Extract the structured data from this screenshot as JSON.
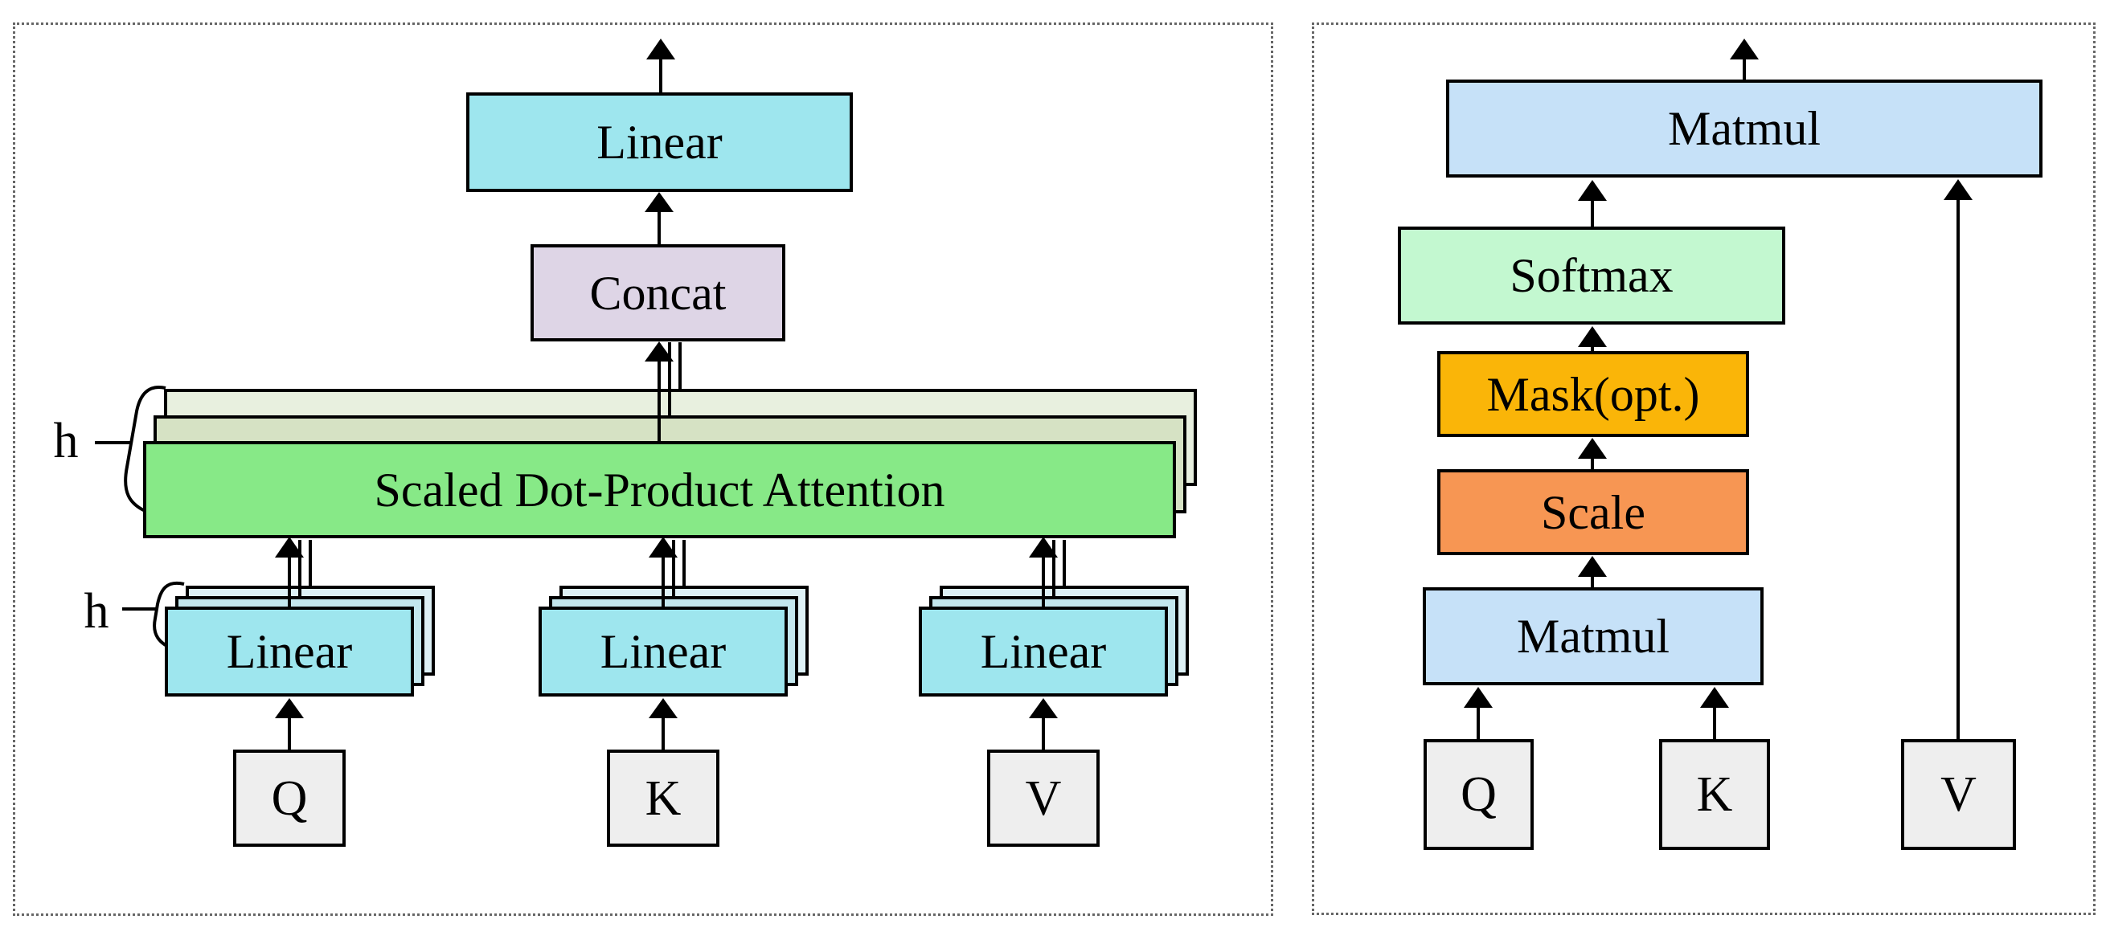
{
  "left_panel": {
    "output_linear_label": "Linear",
    "concat_label": "Concat",
    "attention_label": "Scaled Dot-Product Attention",
    "heads_brace_top_label": "h",
    "heads_brace_bottom_label": "h",
    "projections": [
      {
        "linear_label": "Linear",
        "input_label": "Q"
      },
      {
        "linear_label": "Linear",
        "input_label": "K"
      },
      {
        "linear_label": "Linear",
        "input_label": "V"
      }
    ]
  },
  "right_panel": {
    "output_matmul_label": "Matmul",
    "softmax_label": "Softmax",
    "mask_label": "Mask(opt.)",
    "scale_label": "Scale",
    "input_matmul_label": "Matmul",
    "inputs": [
      {
        "label": "Q"
      },
      {
        "label": "K"
      },
      {
        "label": "V"
      }
    ]
  },
  "colors": {
    "cyan_front": "#9EE6EE",
    "cyan_mid": "#C3E7EE",
    "cyan_back": "#DDF1F6",
    "lavender": "#DED5E6",
    "green_front": "#87E987",
    "green_mid": "#D6E2C4",
    "green_back": "#E8F0DF",
    "light_blue": "#C6E1F8",
    "mint_green": "#C3F8D0",
    "amber": "#FAB508",
    "orange": "#F79653",
    "io_gray": "#EEEEEE",
    "stroke": "#000000",
    "panel_border": "#666666"
  }
}
